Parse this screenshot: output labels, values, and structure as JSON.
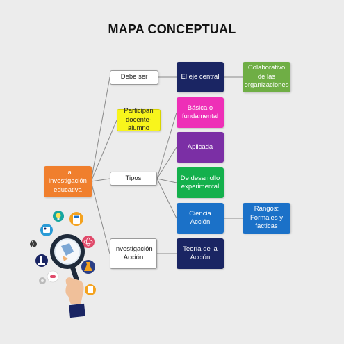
{
  "title": "MAPA CONCEPTUAL",
  "nodes": {
    "root": "La investigación educativa",
    "debe_ser": "Debe ser",
    "participan": "Participan docente-alumno",
    "tipos": "Tipos",
    "investigacion_accion": "Investigación Acción",
    "eje_central": "El eje central",
    "colaborativo": "Colaborativo de las organizaciones",
    "basica": "Básica o fundamental",
    "aplicada": "Aplicada",
    "desarrollo": "De desarrollo experimental",
    "ciencia_accion": "Ciencia Acción",
    "rangos": "Rangos: Formales y facticas",
    "teoria_accion": "Teoría de la Acción"
  },
  "colors": {
    "root": "#f07f2d",
    "navy": "#1a2563",
    "green": "#6fae45",
    "pink": "#ee2fb7",
    "purple": "#7b2fa5",
    "brightgreen": "#14b04c",
    "blue": "#1b71c8",
    "yellow": "#f8f51c",
    "connector": "#8a8a8a"
  },
  "illustration": {
    "icons": [
      "magnifying-glass-icon",
      "hand-icon",
      "dna-icon",
      "atom-icon",
      "microscope-icon",
      "flask-icon",
      "calculator-icon",
      "id-card-icon",
      "lightbulb-icon",
      "pills-icon",
      "document-icon",
      "gear-icon"
    ]
  }
}
